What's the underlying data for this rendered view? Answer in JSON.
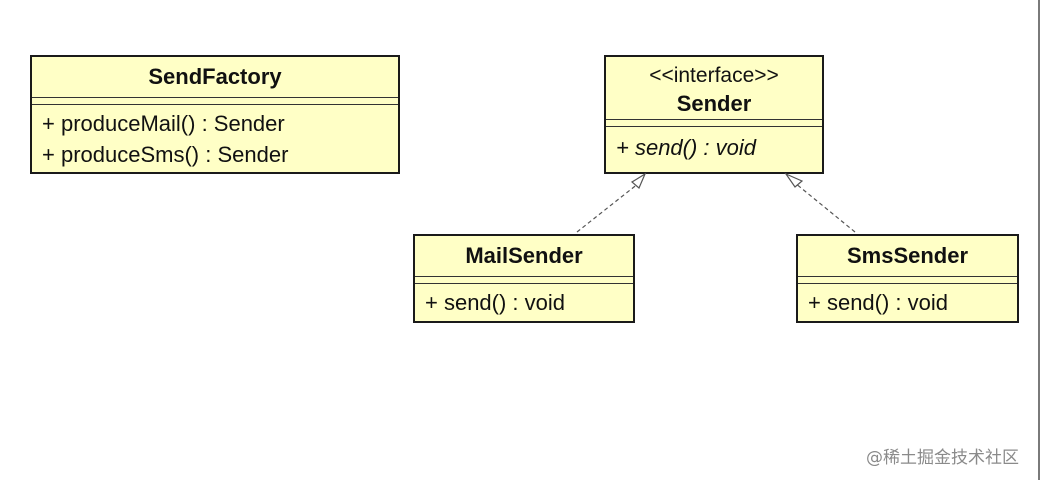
{
  "classes": {
    "send_factory": {
      "name": "SendFactory",
      "operations": [
        "+ produceMail() : Sender",
        "+ produceSms() : Sender"
      ]
    },
    "sender": {
      "stereotype": "<<interface>>",
      "name": "Sender",
      "operations": [
        "+ send() : void"
      ]
    },
    "mail_sender": {
      "name": "MailSender",
      "operations": [
        "+ send() : void"
      ]
    },
    "sms_sender": {
      "name": "SmsSender",
      "operations": [
        "+ send() : void"
      ]
    }
  },
  "relations": [
    {
      "type": "realization",
      "from": "MailSender",
      "to": "Sender"
    },
    {
      "type": "realization",
      "from": "SmsSender",
      "to": "Sender"
    }
  ],
  "watermark": "@稀土掘金技术社区",
  "colors": {
    "class_fill": "#ffffc6",
    "border": "#1a1a1a"
  }
}
